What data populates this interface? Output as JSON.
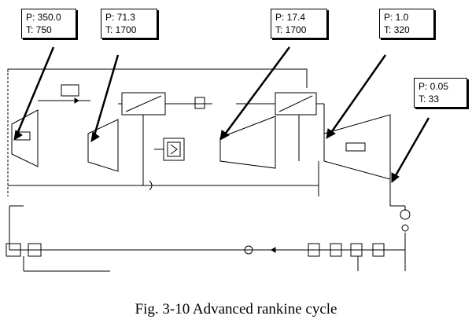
{
  "state_points": [
    {
      "p": "P: 350.0",
      "t": "T: 750"
    },
    {
      "p": "P: 71.3",
      "t": "T: 1700"
    },
    {
      "p": "P: 17.4",
      "t": "T: 1700"
    },
    {
      "p": "P: 1.0",
      "t": "T: 320"
    },
    {
      "p": "P: 0.05",
      "t": "T: 33"
    }
  ],
  "caption": "Fig. 3-10 Advanced rankine cycle"
}
